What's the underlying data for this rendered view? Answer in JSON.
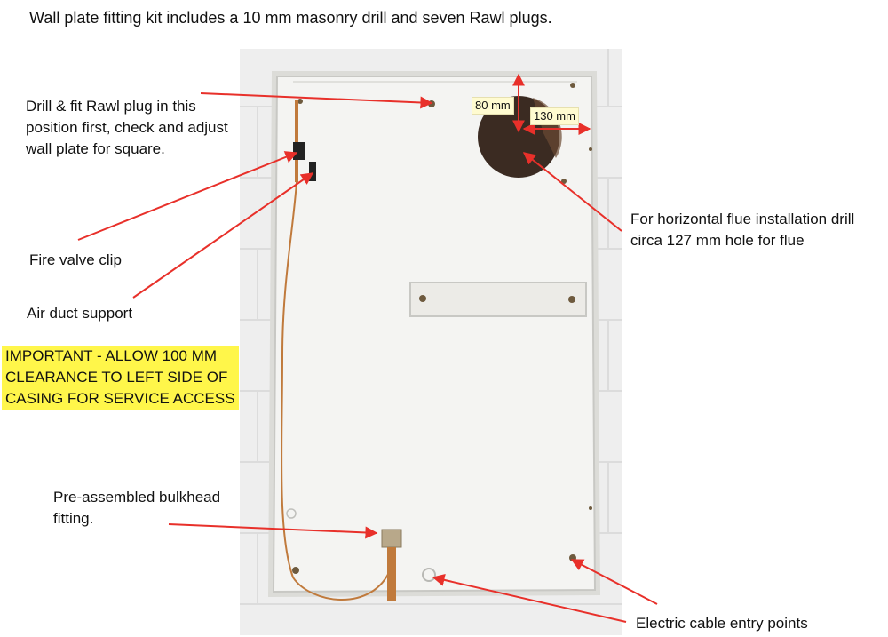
{
  "header": {
    "text": "Wall plate fitting kit includes a 10 mm masonry drill and seven Rawl plugs."
  },
  "callouts": {
    "rawl_plug": {
      "lines": [
        "Drill & fit Rawl plug in this",
        "position first, check and adjust",
        "wall plate for square."
      ]
    },
    "fire_valve": "Fire valve clip",
    "air_duct": "Air duct support",
    "flue": {
      "lines": [
        "For horizontal flue installation drill",
        "circa 127 mm hole for flue"
      ]
    },
    "bulkhead": {
      "lines": [
        "Pre-assembled bulkhead",
        "fitting."
      ]
    },
    "cable": "Electric cable entry points"
  },
  "warning": {
    "lines": [
      "IMPORTANT - ALLOW 100 MM",
      "CLEARANCE TO LEFT SIDE OF",
      "CASING FOR SERVICE ACCESS"
    ]
  },
  "dimensions": {
    "vertical": "80 mm",
    "horizontal": "130 mm"
  },
  "colors": {
    "arrow": "#e8302a",
    "wall": "#eeeeee",
    "mortar": "#dcdcdc",
    "plate": "#f4f4f2",
    "plate_edge": "#c8c8c4",
    "hole": "#3b2b22",
    "pipe": "#c07a3c",
    "warning_bg": "#fff64a"
  }
}
